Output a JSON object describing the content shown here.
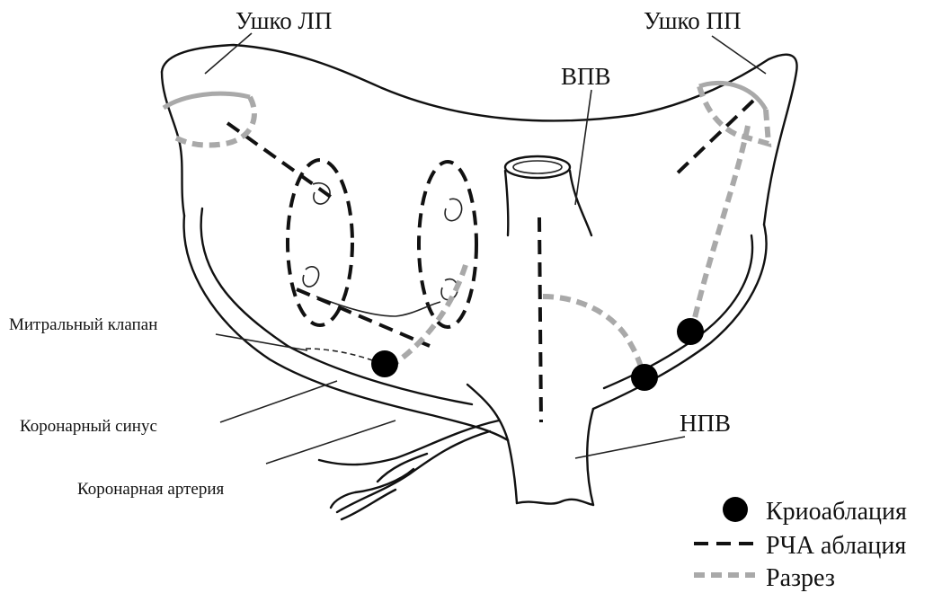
{
  "labels": {
    "la_appendage": "Ушко ЛП",
    "ra_appendage": "Ушко ПП",
    "svc": "ВПВ",
    "ivc": "НПВ",
    "mitral_valve": "Митральный клапан",
    "coronary_sinus": "Коронарный синус",
    "coronary_artery": "Коронарная артерия"
  },
  "legend": {
    "cryo": "Криоаблация",
    "rf": "РЧА аблация",
    "incision": "Разрез"
  },
  "colors": {
    "outline": "#111111",
    "rf_line": "#111111",
    "incision": "#a9a9a9",
    "cryo_dot": "#000000"
  }
}
